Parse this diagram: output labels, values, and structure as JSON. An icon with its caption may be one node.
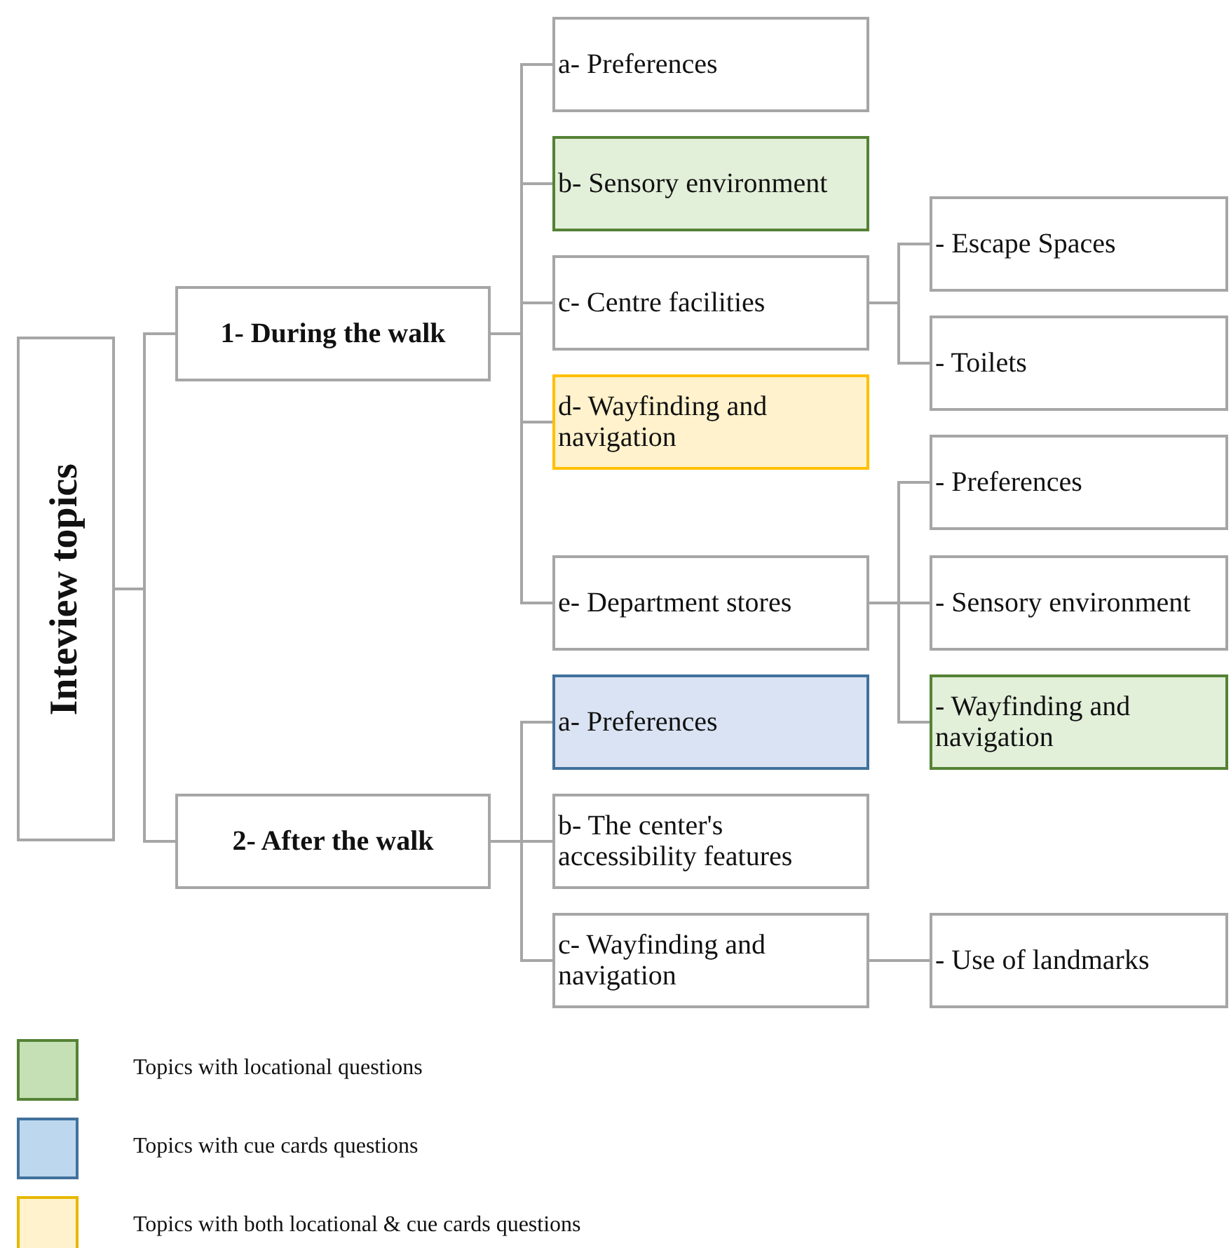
{
  "diagram": {
    "nodes": [
      {
        "text": [
          "Inteview topics"
        ]
      },
      {
        "text": [
          "1- During the walk"
        ]
      },
      {
        "text": [
          "2- After the walk"
        ]
      },
      {
        "text": [
          "a- Preferences"
        ]
      },
      {
        "text": [
          "b- Sensory environment"
        ]
      },
      {
        "text": [
          "c- Centre facilities"
        ]
      },
      {
        "text": [
          "d- Wayfinding and navigation"
        ]
      },
      {
        "text": [
          "e- Department stores"
        ]
      },
      {
        "text": [
          "- Escape Spaces"
        ]
      },
      {
        "text": [
          "- Toilets"
        ]
      },
      {
        "text": [
          "- Preferences"
        ]
      },
      {
        "text": [
          "- Sensory environment"
        ]
      },
      {
        "text": [
          "- Wayfinding and navigation"
        ]
      },
      {
        "text": [
          "a- Preferences"
        ]
      },
      {
        "text": [
          "b- The center's accessibility features"
        ]
      },
      {
        "text": [
          "c- Wayfinding and navigation"
        ]
      },
      {
        "text": [
          "- Use of landmarks"
        ]
      }
    ],
    "edges": [
      {
        "from": 0,
        "to": 1,
        "arrow": "none"
      },
      {
        "from": 0,
        "to": 2,
        "arrow": "none"
      },
      {
        "from": 1,
        "to": 3,
        "arrow": "none"
      },
      {
        "from": 1,
        "to": 4,
        "arrow": "none"
      },
      {
        "from": 1,
        "to": 5,
        "arrow": "none"
      },
      {
        "from": 1,
        "to": 6,
        "arrow": "none"
      },
      {
        "from": 1,
        "to": 7,
        "arrow": "none"
      },
      {
        "from": 5,
        "to": 8,
        "arrow": "none"
      },
      {
        "from": 5,
        "to": 9,
        "arrow": "none"
      },
      {
        "from": 7,
        "to": 10,
        "arrow": "none"
      },
      {
        "from": 7,
        "to": 11,
        "arrow": "none"
      },
      {
        "from": 7,
        "to": 12,
        "arrow": "none"
      },
      {
        "from": 2,
        "to": 13,
        "arrow": "none"
      },
      {
        "from": 2,
        "to": 14,
        "arrow": "none"
      },
      {
        "from": 2,
        "to": 15,
        "arrow": "none"
      },
      {
        "from": 15,
        "to": 16,
        "arrow": "none"
      }
    ],
    "legend": [
      {
        "text": "Topics with locational questions",
        "color": "#c5e0b4"
      },
      {
        "text": "Topics with cue cards questions",
        "color": "#bdd7ee"
      },
      {
        "text": "Topics with both locational & cue cards questions",
        "color": "#fff2cc"
      }
    ]
  }
}
